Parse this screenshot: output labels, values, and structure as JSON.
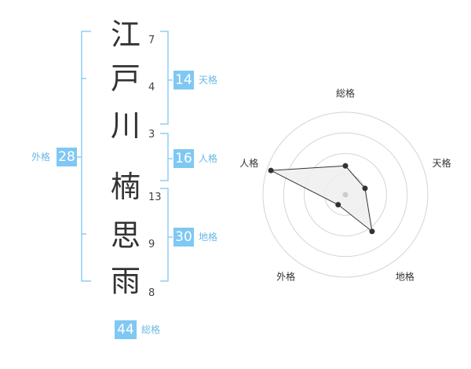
{
  "characters": [
    {
      "char": "江",
      "strokes": "7"
    },
    {
      "char": "戸",
      "strokes": "4"
    },
    {
      "char": "川",
      "strokes": "3"
    },
    {
      "char": "楠",
      "strokes": "13"
    },
    {
      "char": "思",
      "strokes": "9"
    },
    {
      "char": "雨",
      "strokes": "8"
    }
  ],
  "fortunes": {
    "tenkaku": {
      "value": "14",
      "label": "天格"
    },
    "jinkaku": {
      "value": "16",
      "label": "人格"
    },
    "chikaku": {
      "value": "30",
      "label": "地格"
    },
    "gaikaku": {
      "value": "28",
      "label": "外格"
    },
    "soukaku": {
      "value": "44",
      "label": "総格"
    }
  },
  "chart_data": {
    "type": "radar",
    "axes": [
      "総格",
      "天格",
      "地格",
      "外格",
      "人格"
    ],
    "values": [
      0.35,
      0.25,
      0.55,
      0.15,
      0.95
    ],
    "range": [
      0,
      1
    ],
    "rings": 4,
    "grid": true
  },
  "colors": {
    "accent": "#7fc8f3",
    "accent_text": "#6ab8e6",
    "bracket": "#8fcdf2",
    "ring": "#d4d4d4",
    "polygon_fill": "#eeeeee",
    "polygon_stroke": "#333333"
  }
}
